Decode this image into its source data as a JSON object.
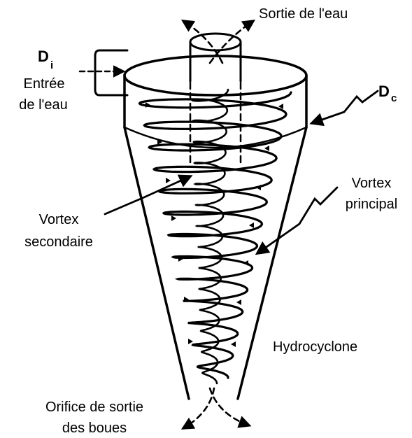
{
  "labels": {
    "water_outlet": "Sortie de l'eau",
    "inlet_symbol": "D",
    "inlet_sub": "i",
    "inlet_line1": "Entrée",
    "inlet_line2": "de l'eau",
    "cyl_symbol": "D",
    "cyl_sub": "c",
    "primary_line1": "Vortex",
    "primary_line2": "principal",
    "secondary_line1": "Vortex",
    "secondary_line2": "secondaire",
    "device_name": "Hydrocyclone",
    "sludge_line1": "Orifice de sortie",
    "sludge_line2": "des boues"
  },
  "colors": {
    "ink": "#000000",
    "background": "#ffffff"
  }
}
